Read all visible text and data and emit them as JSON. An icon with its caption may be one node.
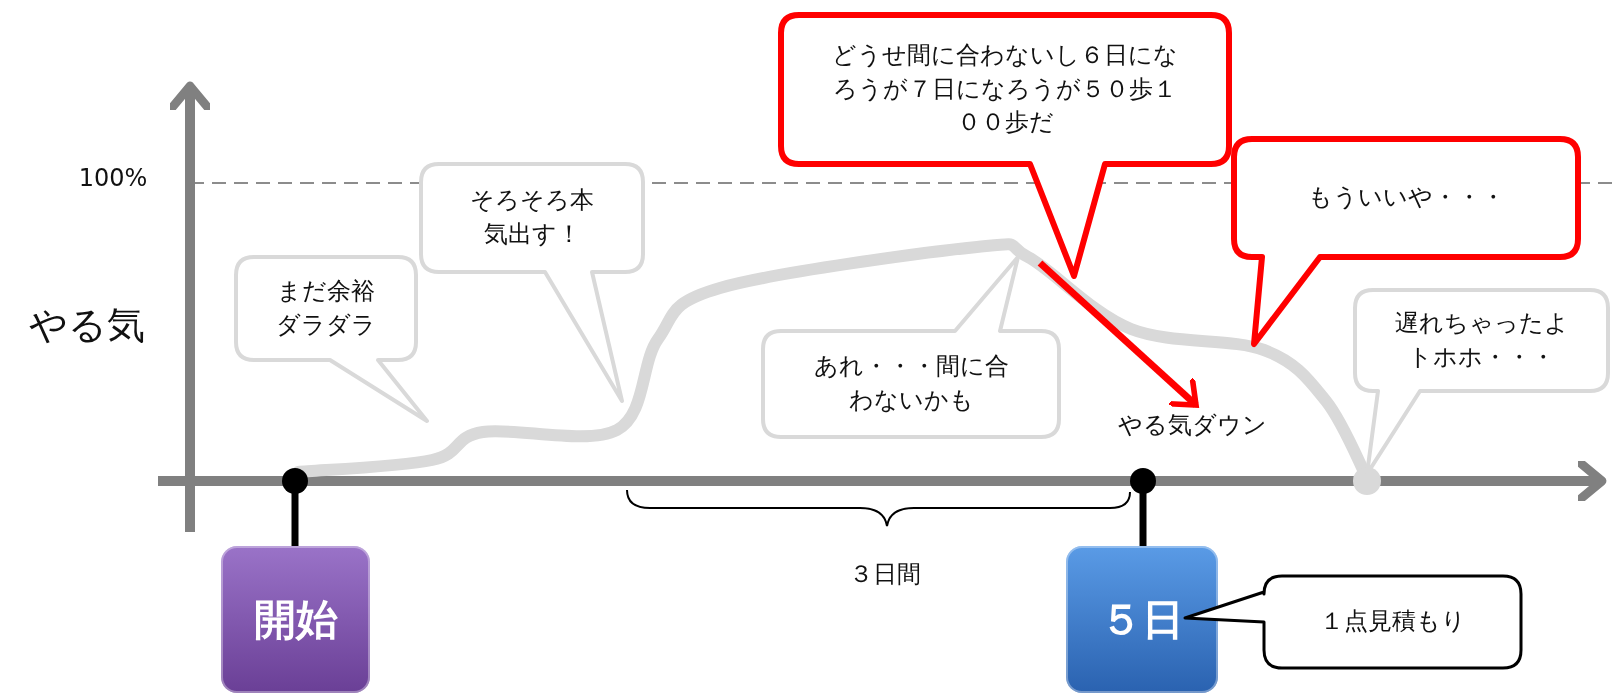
{
  "diagram": {
    "nodes": [
      {
        "text": [
          "開始"
        ]
      },
      {
        "text": [
          "５日"
        ]
      },
      {
        "text": [
          "１点見積もり"
        ]
      },
      {
        "text": [
          "まだ余裕ダラダラ"
        ]
      },
      {
        "text": [
          "そろそろ本気出す！"
        ]
      },
      {
        "text": [
          "あれ・・・間に合わないかも"
        ]
      },
      {
        "text": [
          "どうせ間に合わないし６日になろうが７日になろうが５０歩１００歩だ"
        ]
      },
      {
        "text": [
          "もういいや・・・"
        ]
      },
      {
        "text": [
          "遅れちゃったよトホホ・・・"
        ]
      },
      {
        "text": [
          "やる気ダウン"
        ]
      }
    ],
    "edges": [
      {
        "from": null,
        "to": 9,
        "arrow": "to",
        "color": "#ff0000"
      },
      {
        "from": null,
        "to": 0,
        "arrow": "other"
      },
      {
        "from": null,
        "to": 1,
        "arrow": "other"
      }
    ],
    "labels": [
      "100%",
      "やる気",
      "３日間"
    ]
  }
}
